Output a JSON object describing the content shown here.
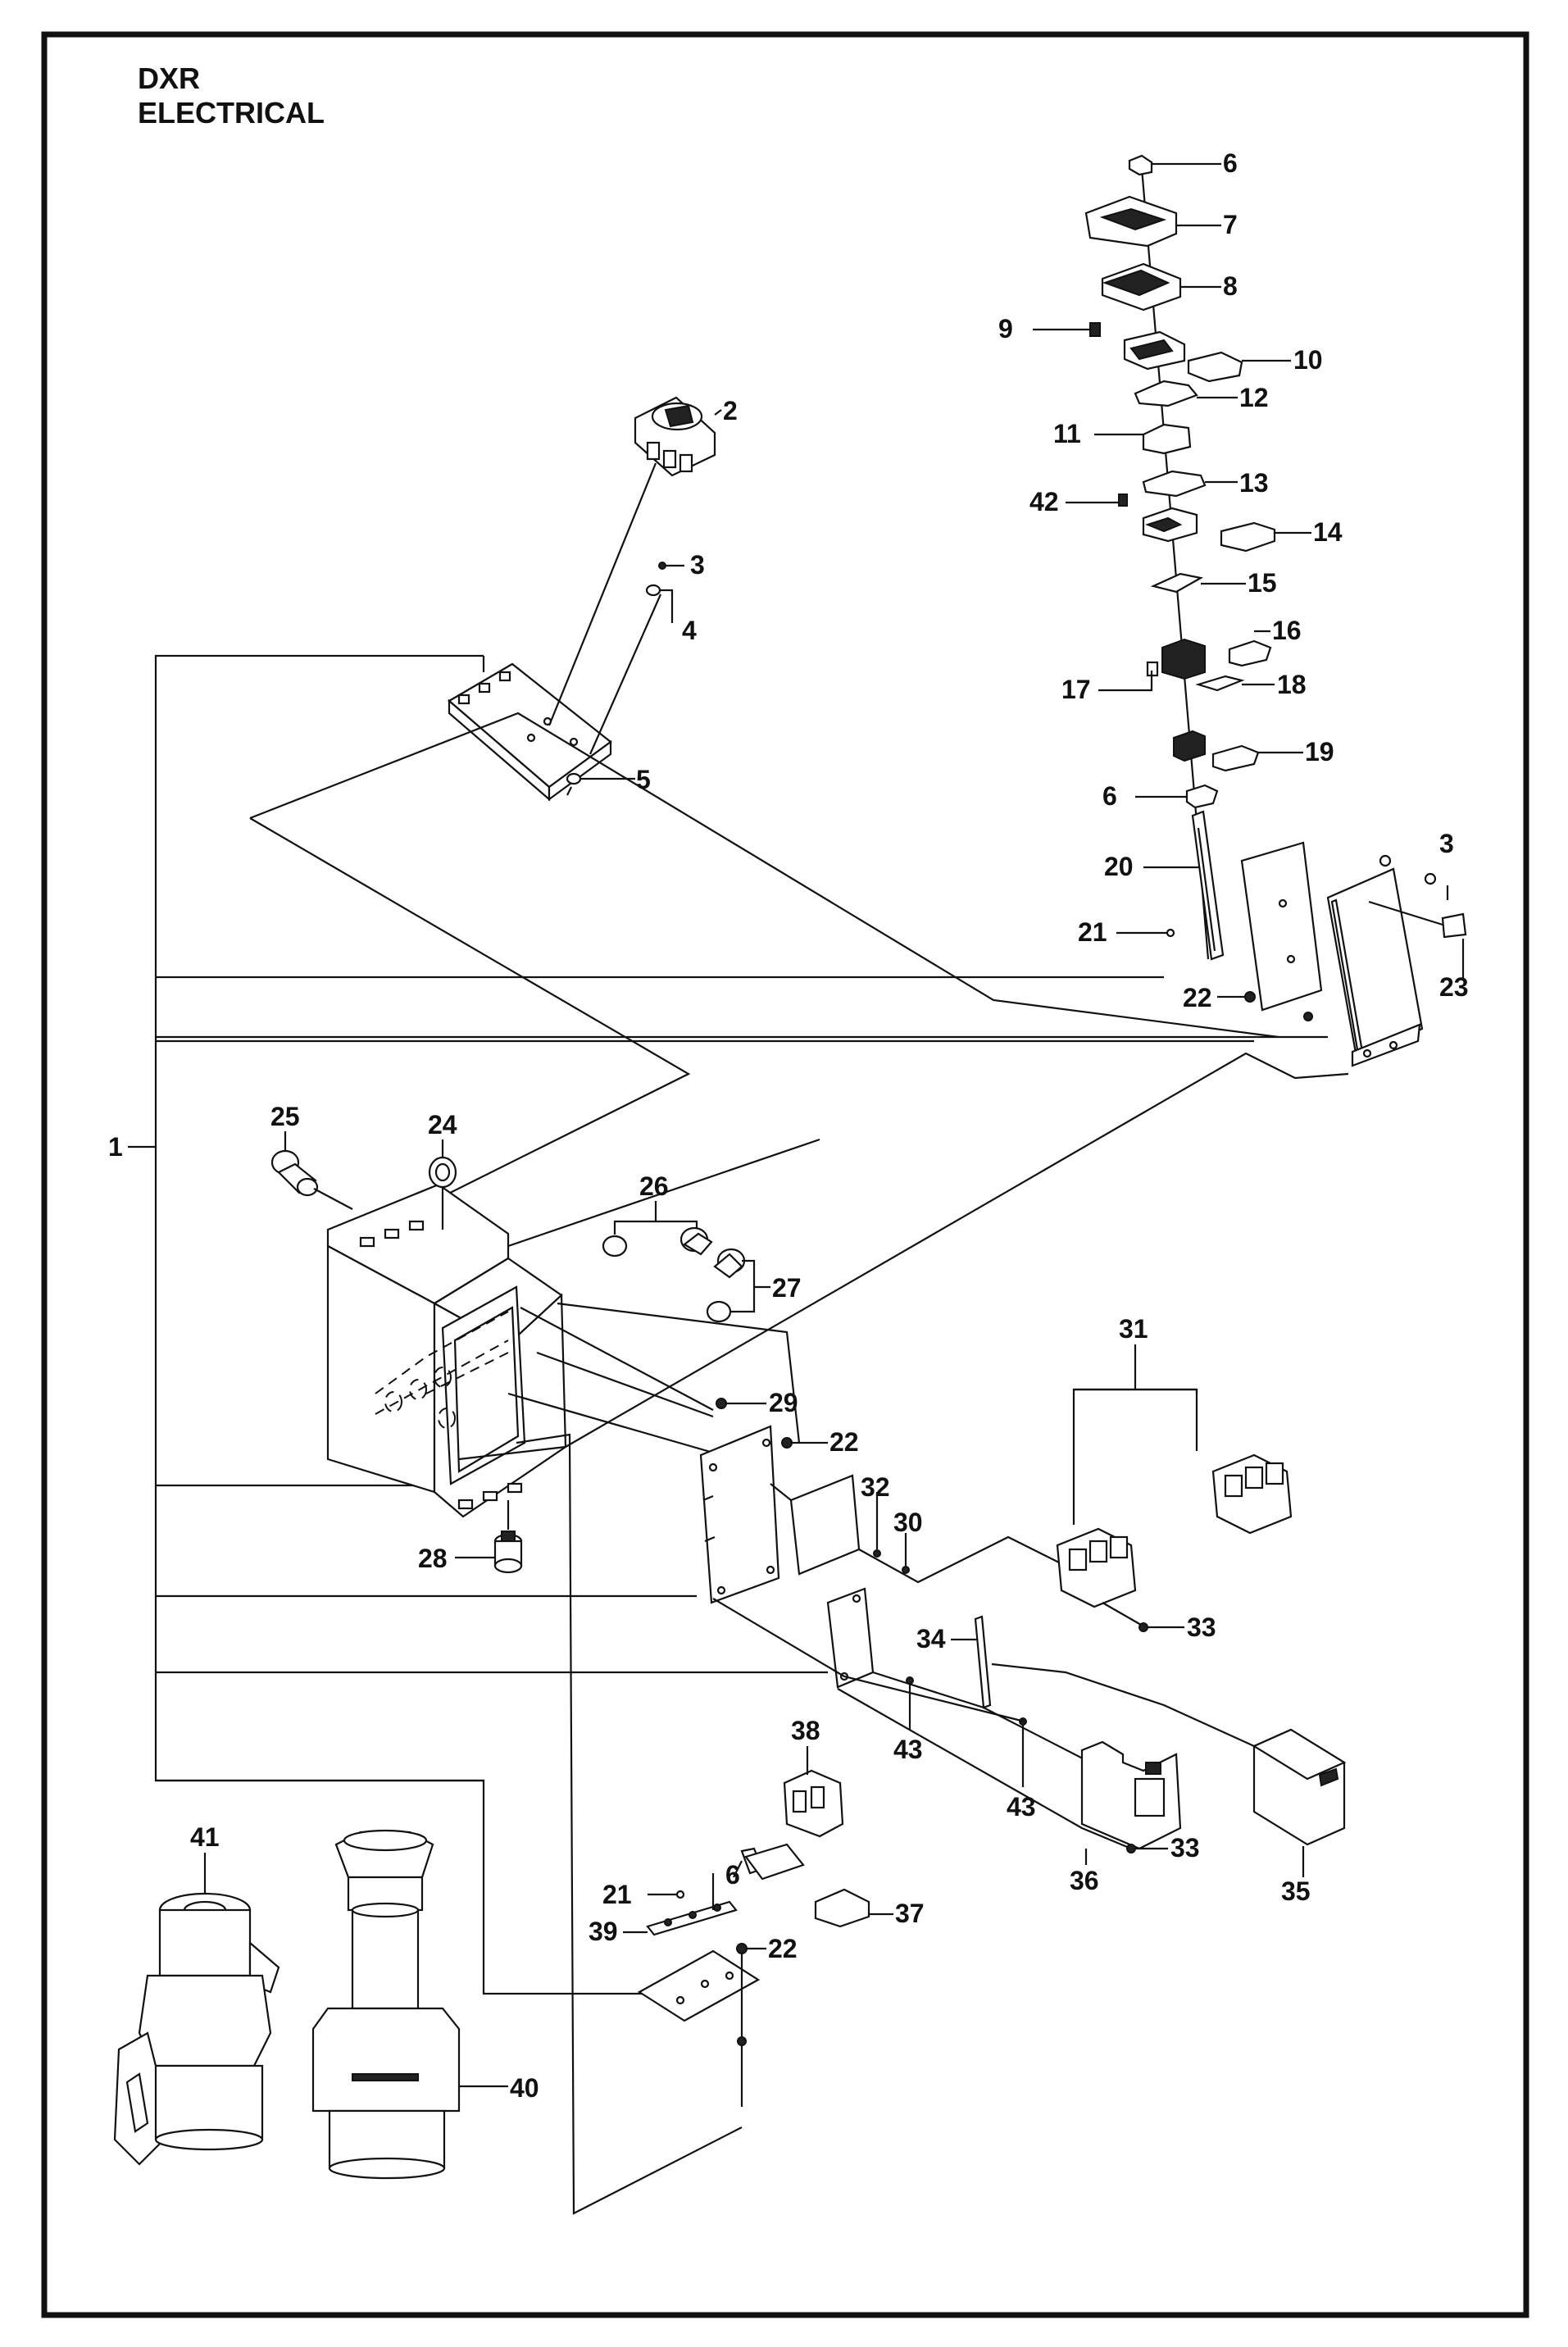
{
  "header": {
    "model": "DXR",
    "section": "ELECTRICAL"
  },
  "callouts": [
    "1",
    "2",
    "3",
    "4",
    "5",
    "6",
    "7",
    "8",
    "9",
    "10",
    "11",
    "12",
    "13",
    "14",
    "15",
    "16",
    "17",
    "18",
    "19",
    "20",
    "21",
    "22",
    "23",
    "24",
    "25",
    "26",
    "27",
    "28",
    "29",
    "30",
    "31",
    "32",
    "33",
    "34",
    "35",
    "36",
    "37",
    "38",
    "39",
    "40",
    "41",
    "42",
    "43"
  ]
}
